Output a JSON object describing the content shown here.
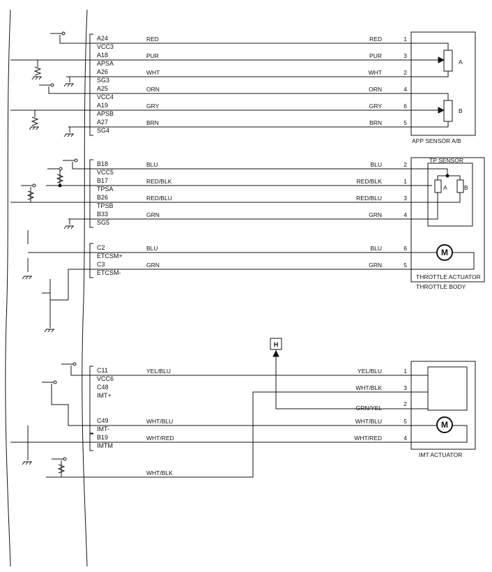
{
  "ecm_pins": [
    {
      "pin": "A24",
      "signal": "VCC3"
    },
    {
      "pin": "A18",
      "signal": "APSA"
    },
    {
      "pin": "A26",
      "signal": "SG3"
    },
    {
      "pin": "A25",
      "signal": "VCC4"
    },
    {
      "pin": "A19",
      "signal": "APSB"
    },
    {
      "pin": "A27",
      "signal": "SG4"
    },
    {
      "pin": "B18",
      "signal": "VCC5"
    },
    {
      "pin": "B17",
      "signal": "TPSA"
    },
    {
      "pin": "B26",
      "signal": "TPSB"
    },
    {
      "pin": "B33",
      "signal": "SG5"
    },
    {
      "pin": "C2",
      "signal": "ETCSM+"
    },
    {
      "pin": "C3",
      "signal": "ETCSM-"
    },
    {
      "pin": "C11",
      "signal": "VCC6"
    },
    {
      "pin": "C48",
      "signal": "IMT+"
    },
    {
      "pin": "C49",
      "signal": "IMT-"
    },
    {
      "pin": "B19",
      "signal": "IMTM"
    }
  ],
  "wires": [
    {
      "ecm_color": "RED",
      "far_color": "RED",
      "terminal": "1"
    },
    {
      "ecm_color": "PUR",
      "far_color": "PUR",
      "terminal": "3"
    },
    {
      "ecm_color": "WHT",
      "far_color": "WHT",
      "terminal": "2"
    },
    {
      "ecm_color": "ORN",
      "far_color": "ORN",
      "terminal": "4"
    },
    {
      "ecm_color": "GRY",
      "far_color": "GRY",
      "terminal": "6"
    },
    {
      "ecm_color": "BRN",
      "far_color": "BRN",
      "terminal": "5"
    },
    {
      "ecm_color": "BLU",
      "far_color": "BLU",
      "terminal": "2"
    },
    {
      "ecm_color": "RED/BLK",
      "far_color": "RED/BLK",
      "terminal": "1"
    },
    {
      "ecm_color": "RED/BLU",
      "far_color": "RED/BLU",
      "terminal": "3"
    },
    {
      "ecm_color": "GRN",
      "far_color": "GRN",
      "terminal": "4"
    },
    {
      "ecm_color": "BLU",
      "far_color": "BLU",
      "terminal": "6"
    },
    {
      "ecm_color": "GRN",
      "far_color": "GRN",
      "terminal": "5"
    },
    {
      "ecm_color": "YEL/BLU",
      "far_color": "YEL/BLU",
      "terminal": "1"
    },
    {
      "ecm_color": "WHT/BLU",
      "far_color": "WHT/BLU",
      "terminal": "5"
    },
    {
      "ecm_color": "WHT/RED",
      "far_color": "WHT/RED",
      "terminal": "4"
    },
    {
      "ecm_color": "WHT/BLK",
      "far_color": "WHT/BLK",
      "terminal": "3"
    }
  ],
  "imt_extra_wire": {
    "color": "GRN/YEL",
    "terminal": "2"
  },
  "components": {
    "app_sensor": {
      "label": "APP SENSOR A/B",
      "element_a": "A",
      "element_b": "B"
    },
    "tp_sensor": {
      "label": "TP SENSOR",
      "element_a": "A",
      "element_b": "B"
    },
    "throttle_actuator": {
      "label": "THROTTLE ACTUATOR"
    },
    "throttle_body": {
      "label": "THROTTLE BODY"
    },
    "imt_actuator": {
      "label": "IMT ACTUATOR"
    },
    "motor_symbol": "M",
    "connector_ref": "H"
  }
}
